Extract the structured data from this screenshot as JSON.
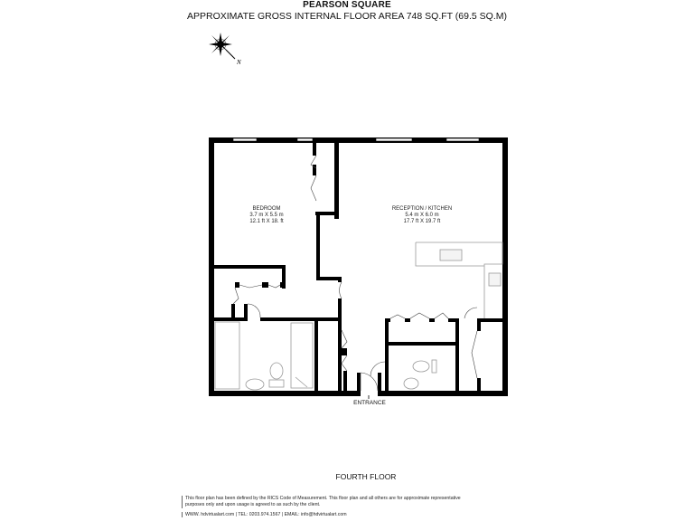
{
  "header": {
    "title": "PEARSON SQUARE",
    "subtitle": "APPROXIMATE GROSS INTERNAL FLOOR AREA 748 SQ.FT (69.5 SQ.M)"
  },
  "compass": {
    "icon": "compass-rose-icon",
    "north_label": "N"
  },
  "rooms": [
    {
      "name": "BEDROOM",
      "metric": "3.7 m X 5.5 m",
      "imperial": "12.1 ft X 18. ft"
    },
    {
      "name": "RECEPTION / KITCHEN",
      "metric": "5.4 m X 6.0 m",
      "imperial": "17.7 ft X 19.7 ft"
    }
  ],
  "entrance_label": "ENTRANCE",
  "floor_label": "FOURTH FLOOR",
  "footer": {
    "disclaimer": "This floor plan has been defined by the RICS Code of Measurement. This floor plan and all others are for approximate representative purposes only and upon usage is agreed to as such by the client.",
    "contact": "WWW. hdvirtualart.com | TEL: 0203.974.1567 | EMAIL: info@hdvirtualart.com"
  },
  "colors": {
    "wall": "#000000",
    "fixture": "#999999",
    "background": "#ffffff"
  }
}
